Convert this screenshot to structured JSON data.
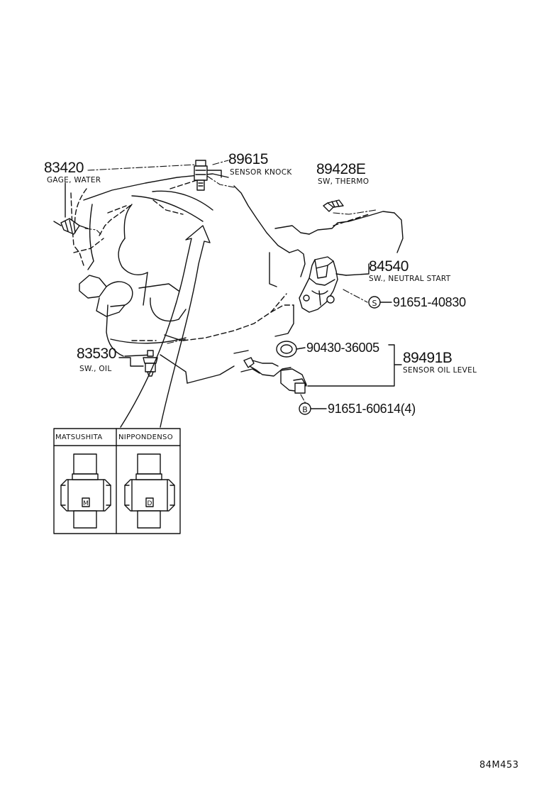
{
  "parts": {
    "water_gage": {
      "number": "83420",
      "desc": "GAGE, WATER"
    },
    "knock_sensor": {
      "number": "89615",
      "desc": "SENSOR KNOCK"
    },
    "thermo_switch": {
      "number": "89428E",
      "desc": "SW, THERMO"
    },
    "neutral_start": {
      "number": "84540",
      "desc": "SW., NEUTRAL START"
    },
    "bolt_s": {
      "symbol": "S",
      "number": "91651-40830"
    },
    "oil_switch": {
      "number": "83530",
      "desc": "SW., OIL"
    },
    "oring": {
      "number": "90430-36005"
    },
    "oil_level_sensor": {
      "number": "89491B",
      "desc": "SENSOR OIL LEVEL"
    },
    "bolt_b": {
      "symbol": "B",
      "number": "91651-60614(4)"
    }
  },
  "inset": {
    "left_header": "MATSUSHITA",
    "right_header": "NIPPONDENSO",
    "left_mark": "M",
    "right_mark": "D"
  },
  "reference_code": "84M453"
}
